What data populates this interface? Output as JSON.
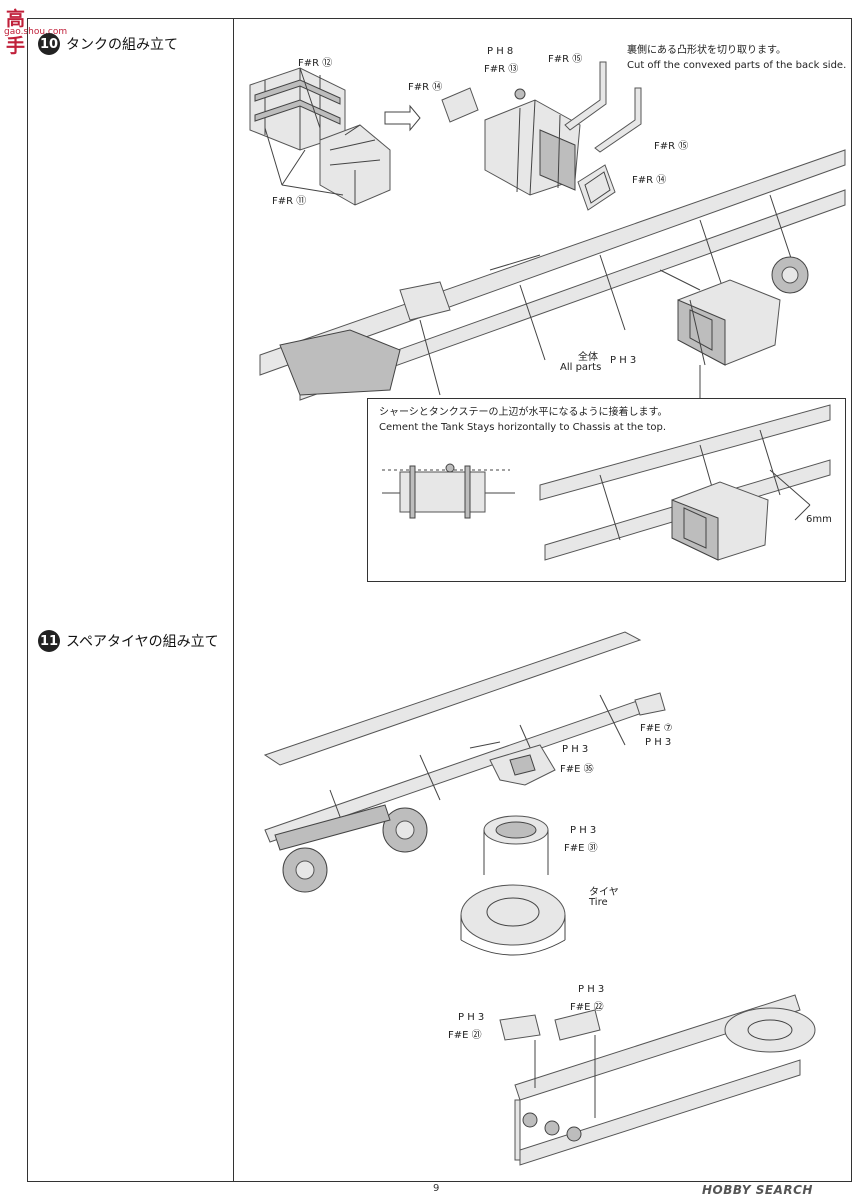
{
  "watermark": {
    "title": "高手",
    "url": "gao.shou.com"
  },
  "page_number": "9",
  "brand": "HOBBY SEARCH",
  "step10": {
    "number": "10",
    "title": "タンクの組み立て",
    "labels": {
      "fr12": "F#R ⑫",
      "fr11": "F#R ⑪",
      "fr14a": "F#R ⑭",
      "ph8": "P H 8",
      "fr13": "F#R ⑬",
      "fr15a": "F#R ⑮",
      "fr15b": "F#R ⑮",
      "fr14b": "F#R ⑭",
      "all_jp": "全体",
      "all_en": "All parts",
      "ph3": "P H 3"
    },
    "note_jp": "裏側にある凸形状を切り取ります。",
    "note_en": "Cut off the convexed parts of the back side.",
    "inset": {
      "note_jp": "シャーシとタンクステーの上辺が水平になるように接着します。",
      "note_en": "Cement the Tank Stays horizontally to Chassis at the top.",
      "dimension": "6mm"
    }
  },
  "step11": {
    "number": "11",
    "title": "スペアタイヤの組み立て",
    "labels": {
      "fe7": "F#E ⑦",
      "ph3a": "P H 3",
      "ph3b": "P H 3",
      "fe35": "F#E ㉟",
      "ph3c": "P H 3",
      "fe31": "F#E ㉛",
      "tire_jp": "タイヤ",
      "tire_en": "Tire",
      "ph3d": "P H 3",
      "fe22": "F#E ㉒",
      "ph3e": "P H 3",
      "fe21": "F#E ㉑"
    }
  }
}
